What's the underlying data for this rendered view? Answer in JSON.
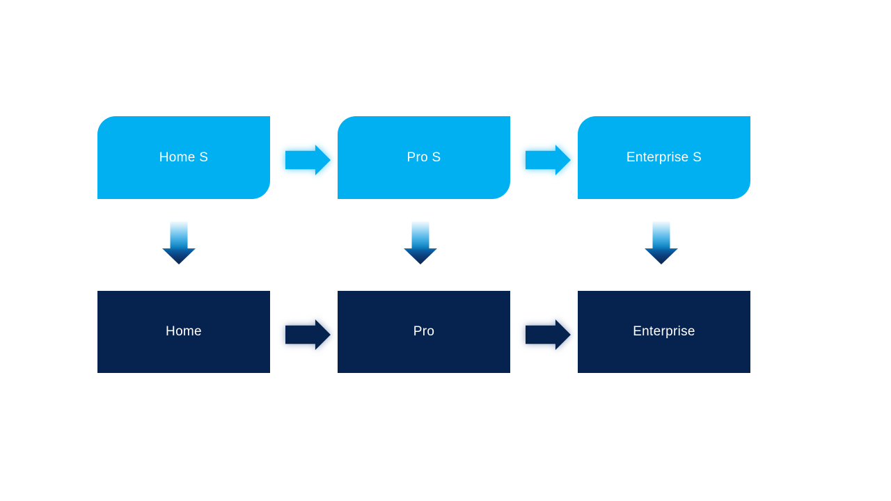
{
  "diagram": {
    "type": "flow",
    "background": "#ffffff",
    "colors": {
      "top_box_fill": "#00B0F0",
      "bottom_box_fill": "#06234F",
      "top_arrow_fill": "#00B0F0",
      "bottom_arrow_fill": "#06234F",
      "label_text": "#ffffff",
      "down_arrow_gradient_top": "#f6fbfe",
      "down_arrow_gradient_mid": "#1489c7",
      "down_arrow_gradient_bottom": "#0c2a55"
    },
    "top_row": [
      {
        "label": "Home S"
      },
      {
        "label": "Pro S"
      },
      {
        "label": "Enterprise S"
      }
    ],
    "bottom_row": [
      {
        "label": "Home"
      },
      {
        "label": "Pro"
      },
      {
        "label": "Enterprise"
      }
    ],
    "connections": {
      "horizontal_top": [
        "Home S → Pro S",
        "Pro S → Enterprise S"
      ],
      "horizontal_bottom": [
        "Home → Pro",
        "Pro → Enterprise"
      ],
      "vertical": [
        "Home S → Home",
        "Pro S → Pro",
        "Enterprise S → Enterprise"
      ]
    }
  }
}
